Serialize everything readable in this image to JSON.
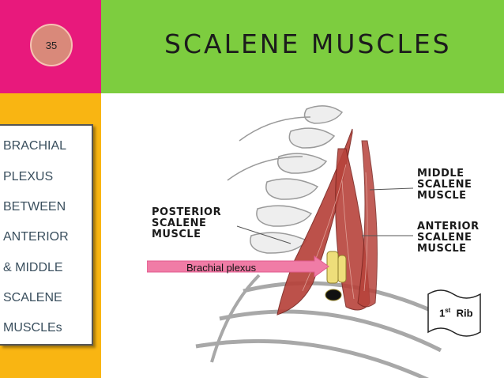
{
  "slide": {
    "number": "35",
    "title": "SCALENE MUSCLES"
  },
  "sidebar": {
    "lines": [
      "BRACHIAL",
      "PLEXUS",
      "BETWEEN",
      "ANTERIOR",
      "& MIDDLE",
      "SCALENE",
      "MUSCLEs"
    ]
  },
  "diagram": {
    "labels": {
      "posterior": [
        "POSTERIOR",
        "SCALENE",
        "MUSCLE"
      ],
      "middle": [
        "MIDDLE",
        "SCALENE",
        "MUSCLE"
      ],
      "anterior": [
        "ANTERIOR",
        "SCALENE",
        "MUSCLE"
      ]
    },
    "brachial_plexus_label": "Brachial plexus",
    "rib_label": {
      "number": "1",
      "suffix": "st",
      "word": "Rib"
    }
  },
  "colors": {
    "pink": "#e8197c",
    "green": "#7dcd3f",
    "orange": "#f9b512",
    "arrow": "#f07ca6",
    "muscle": "#b7433b"
  }
}
